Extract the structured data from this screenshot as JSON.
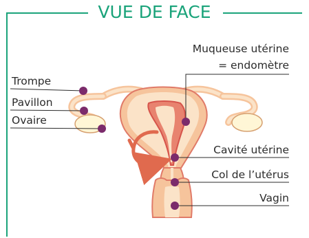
{
  "title": "VUE DE FACE",
  "labels_left": [
    {
      "id": "trompe",
      "text": "Trompe"
    },
    {
      "id": "pavillon",
      "text": "Pavillon"
    },
    {
      "id": "ovaire",
      "text": "Ovaire"
    }
  ],
  "labels_right": [
    {
      "id": "muqueuse",
      "text": "Muqueuse utérine",
      "text2": "= endomètre"
    },
    {
      "id": "cavite",
      "text": "Cavité utérine"
    },
    {
      "id": "col",
      "text": "Col de l’utérus"
    },
    {
      "id": "vagin",
      "text": "Vagin"
    }
  ],
  "colors": {
    "frame": "#1aa37a",
    "marker": "#7b2b6b",
    "tissue_light": "#fbe3c8",
    "tissue_mid": "#f6c49c",
    "tissue_dark": "#e07a68",
    "endometrium": "#d6544b",
    "arrow": "#e06a4e",
    "ovary": "#fff6d6"
  }
}
